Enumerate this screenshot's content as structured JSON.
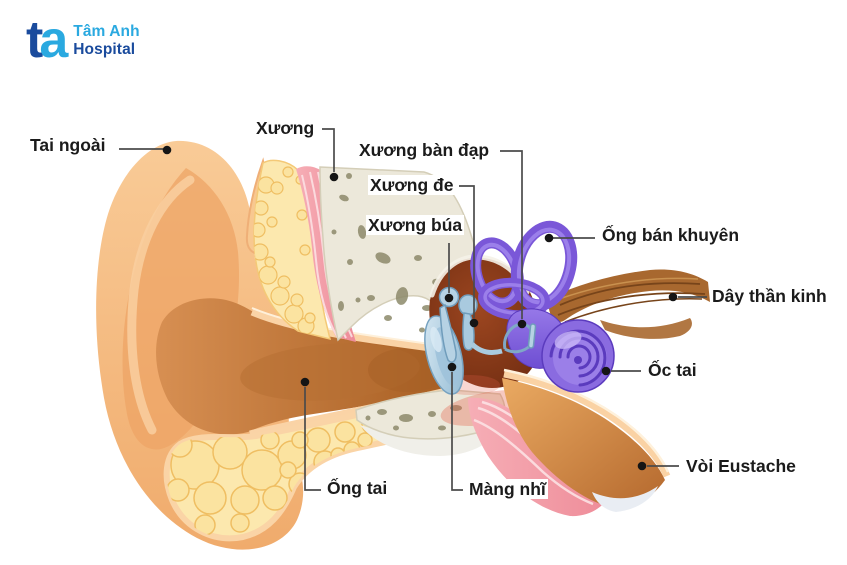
{
  "brand": {
    "monogram_t": "t",
    "monogram_a": "a",
    "name_line1": "Tâm Anh",
    "name_line2": "Hospital",
    "color_dark_blue": "#1a4b9d",
    "color_light_blue": "#2aa9e0"
  },
  "diagram": {
    "labels": {
      "tai_ngoai": "Tai ngoài",
      "xuong": "Xương",
      "xuong_ban_dap": "Xương bàn đạp",
      "xuong_de": "Xương đe",
      "xuong_bua": "Xương búa",
      "ong_ban_khuyen": "Ống bán khuyên",
      "day_than_kinh": "Dây thần kinh",
      "oc_tai": "Ốc tai",
      "voi_eustache": "Vòi Eustache",
      "mang_nhi": "Màng nhĩ",
      "ong_tai": "Ống tai"
    },
    "palette": {
      "skin": "#f6bd85",
      "ear_canal": "#b06a31",
      "fat_tissue": "#fce8ae",
      "muscle": "#f29ca6",
      "bone": "#ece8da",
      "middle_ear_cavity": "#8b3b1e",
      "ossicles_eardrum": "#b6d2e4",
      "labyrinth_purple": "#7a57d8",
      "cochlea_purple": "#8a6be0",
      "nerve_brown": "#a8682f",
      "label_text": "#1b1b1b",
      "leader_line": "#4b4b4b"
    }
  }
}
